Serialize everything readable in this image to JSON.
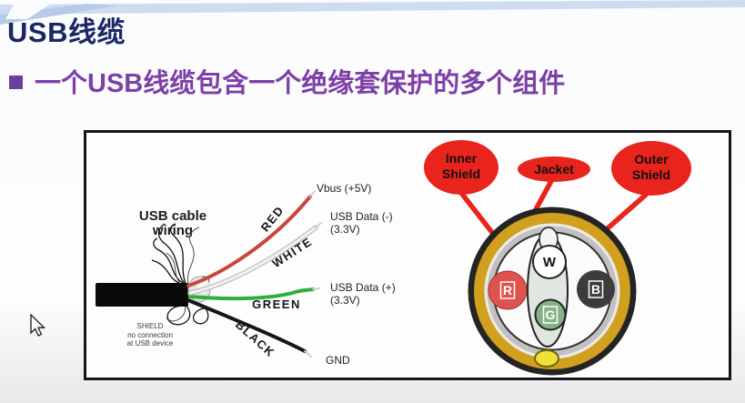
{
  "slide": {
    "title": "USB线缆",
    "bullet_text": "一个USB线缆包含一个绝缘套保护的多个组件",
    "colors": {
      "title": "#1b2664",
      "bullet_marker": "#6b3fa0",
      "bullet_text": "#7d40a8"
    }
  },
  "figure": {
    "wiring": {
      "caption_line1": "USB cable",
      "caption_line2": "wiring",
      "shield_note_line1": "SHIELD",
      "shield_note_line2": "no connection",
      "shield_note_line3": "at USB device",
      "wires": [
        {
          "name": "RED",
          "signal": "Vbus (+5V)",
          "color": "#c9463d"
        },
        {
          "name": "WHITE",
          "signal": "USB Data (-)",
          "voltage": "(3.3V)",
          "color": "#f2f2f2"
        },
        {
          "name": "GREEN",
          "signal": "USB Data (+)",
          "voltage": "(3.3V)",
          "color": "#2fae38"
        },
        {
          "name": "BLACK",
          "signal": "GND",
          "color": "#161616"
        }
      ]
    },
    "cross_section": {
      "callouts": [
        {
          "line1": "Inner",
          "line2": "Shield"
        },
        {
          "line1": "Jacket"
        },
        {
          "line1": "Outer",
          "line2": "Shield"
        }
      ],
      "callout_color": "#e8241c",
      "rings": {
        "jacket": "#242424",
        "outer_shield": "#d0a01e",
        "inner_shield": "#c1c1c1"
      },
      "conductors": {
        "white": {
          "letter": "W",
          "color": "#ffffff"
        },
        "red": {
          "letter": "R",
          "color": "#df534f"
        },
        "green": {
          "letter": "G",
          "color": "#84b287"
        },
        "black": {
          "letter": "B",
          "color": "#3d3b3b"
        }
      },
      "drain_color": "#f1e135"
    }
  }
}
